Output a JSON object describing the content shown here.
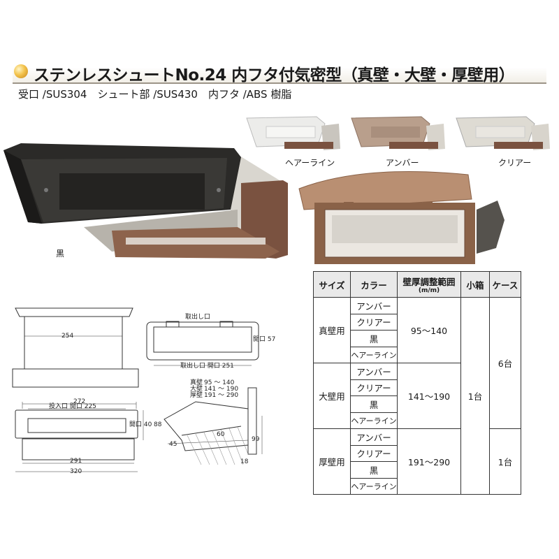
{
  "title": "ステンレスシュートNo.24 内フタ付気密型（真壁・大壁・厚壁用）",
  "materials": "受口 /SUS304　シュート部 /SUS430　内フタ /ABS 樹脂",
  "photos": {
    "main_color": "黒",
    "variants": [
      "ヘアーライン",
      "アンバー",
      "クリアー"
    ]
  },
  "colors": {
    "black": "#2b2a28",
    "brown": "#8a6248",
    "amber": "#b99f8c",
    "steel": "#e6e3dc",
    "title_dot": "#f3c34c"
  },
  "drawings": {
    "front": {
      "width_inner": "254",
      "top": "272",
      "slot_label": "投入口 開口 225",
      "width_291": "291",
      "width_320": "320",
      "open_40": "開口 40",
      "h88": "88"
    },
    "back": {
      "label_top": "取出し口",
      "open_57": "開口 57",
      "bottom": "取出し口 開口 251"
    },
    "side": {
      "ranges": [
        {
          "name": "真壁",
          "range": "95 〜 140"
        },
        {
          "name": "大壁",
          "range": "141 〜 190"
        },
        {
          "name": "厚壁",
          "range": "191 〜 290"
        }
      ],
      "d60": "60",
      "d45": "45",
      "d99": "99",
      "d18": "18"
    }
  },
  "table": {
    "headers": [
      "サイズ",
      "カラー",
      "壁厚調整範囲",
      "(m/m)",
      "小箱",
      "ケース"
    ],
    "groups": [
      {
        "size": "真壁用",
        "colors": [
          "アンバー",
          "クリアー",
          "黒",
          "ヘアーライン"
        ],
        "range": "95〜140"
      },
      {
        "size": "大壁用",
        "colors": [
          "アンバー",
          "クリアー",
          "黒",
          "ヘアーライン"
        ],
        "range": "141〜190"
      },
      {
        "size": "厚壁用",
        "colors": [
          "アンバー",
          "クリアー",
          "黒",
          "ヘアーライン"
        ],
        "range": "191〜290"
      }
    ],
    "small_box": "1台",
    "case_1": "6台",
    "case_2": "1台"
  }
}
